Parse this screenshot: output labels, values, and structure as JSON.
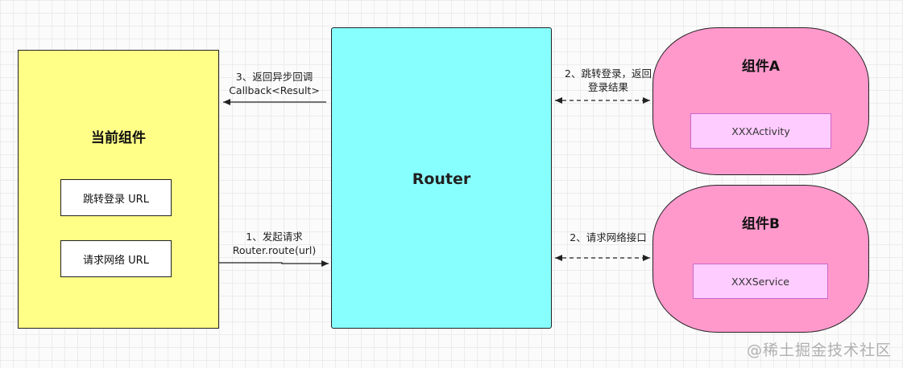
{
  "current_component": {
    "title": "当前组件",
    "items": [
      "跳转登录 URL",
      "请求网络 URL"
    ]
  },
  "router": {
    "title": "Router"
  },
  "component_a": {
    "title": "组件A",
    "inner": "XXXActivity"
  },
  "component_b": {
    "title": "组件B",
    "inner": "XXXService"
  },
  "arrows": {
    "callback": {
      "line1": "3、返回异步回调",
      "line2": "Callback<Result>"
    },
    "request": {
      "line1": "1、发起请求",
      "line2": "Router.route(url)"
    },
    "login": {
      "line1": "2、跳转登录，返回",
      "line2": "登录结果"
    },
    "network": {
      "line1": "2、请求网络接口"
    }
  },
  "watermark": "@稀土掘金技术社区",
  "colors": {
    "current_fill": "#ffff88",
    "router_fill": "#88ffff",
    "component_fill": "#ff99cc",
    "inner_fill": "#ffccff"
  }
}
